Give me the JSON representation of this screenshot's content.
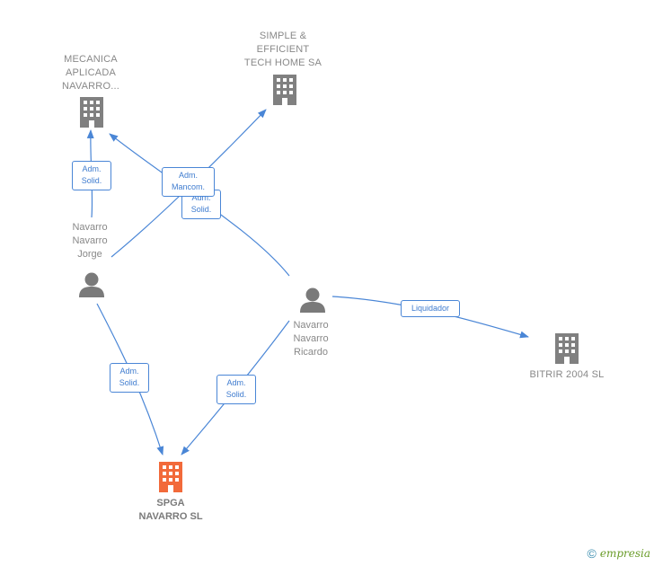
{
  "colors": {
    "edge": "#4a86d6",
    "building": "#808080",
    "building_main": "#f26a3a",
    "person": "#7a7a7a"
  },
  "nodes": {
    "mecanica": {
      "label": "MECANICA\nAPLICADA\nNAVARRO...",
      "icon": "building-icon"
    },
    "simple": {
      "label": "SIMPLE &\nEFFICIENT\nTECH HOME SA",
      "icon": "building-icon"
    },
    "jorge": {
      "label": "Navarro\nNavarro\nJorge",
      "icon": "person-icon"
    },
    "ricardo": {
      "label": "Navarro\nNavarro\nRicardo",
      "icon": "person-icon"
    },
    "bitrir": {
      "label": "BITRIR 2004 SL",
      "icon": "building-icon"
    },
    "spga": {
      "label": "SPGA\nNAVARRO  SL",
      "icon": "building-icon"
    }
  },
  "edges": {
    "jorge_mecanica": "Adm.\nSolid.",
    "ricardo_mecanica": "Adm.\nMancom.",
    "jorge_simple": "Adm.\nSolid.",
    "ricardo_bitrir": "Liquidador",
    "jorge_spga": "Adm.\nSolid.",
    "ricardo_spga": "Adm.\nSolid."
  },
  "brand": {
    "symbol": "©",
    "name": "empresia"
  }
}
